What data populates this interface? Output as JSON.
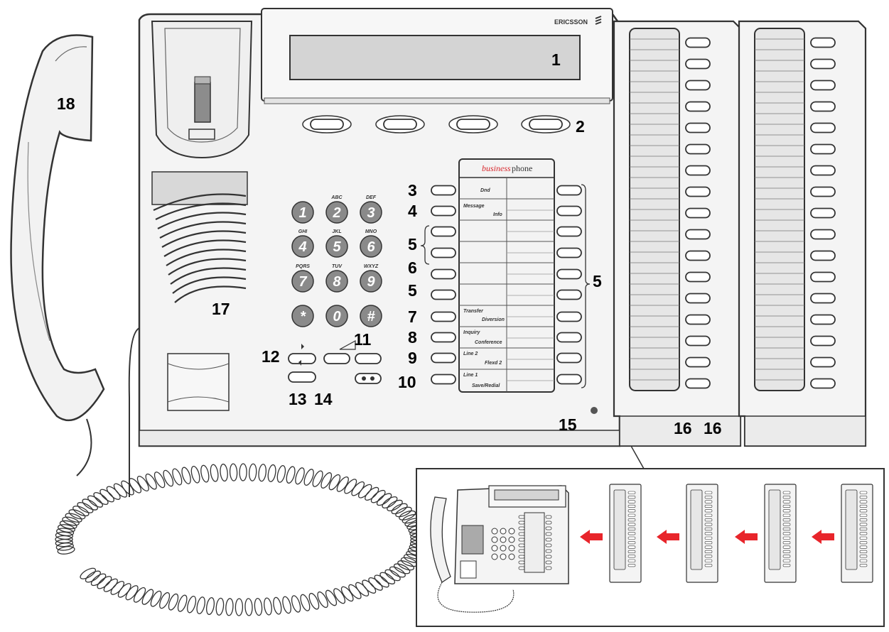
{
  "brand": {
    "manufacturer": "ERICSSON",
    "model_prefix": "business",
    "model_suffix": "phone",
    "accent_color": "#d8262b"
  },
  "callouts": {
    "display": "1",
    "soft_keys": "2",
    "key_3": "3",
    "key_4": "4",
    "key_5a": "5",
    "key_6": "6",
    "key_5b": "5",
    "key_5_right": "5",
    "key_7": "7",
    "key_8": "8",
    "key_9": "9",
    "key_10": "10",
    "volume": "11",
    "mute": "12",
    "speaker": "13",
    "headset": "14",
    "microphone": "15",
    "extension_a": "16",
    "extension_b": "16",
    "loudspeaker": "17",
    "handset": "18"
  },
  "card_labels": {
    "row1": "Dnd",
    "row2a": "Message",
    "row2b": "Info",
    "row7a": "Transfer",
    "row7b": "Diversion",
    "row8a": "Inquiry",
    "row8b": "Conference",
    "row9a": "Line 2",
    "row9b": "Flexd 2",
    "row10a": "Line 1",
    "row10b": "Save/Redial"
  },
  "keypad": {
    "digits": [
      "1",
      "2",
      "3",
      "4",
      "5",
      "6",
      "7",
      "8",
      "9",
      "*",
      "0",
      "#"
    ],
    "letters": [
      "",
      "ABC",
      "DEF",
      "GHI",
      "JKL",
      "MNO",
      "PQRS",
      "TUV",
      "WXYZ",
      "",
      "",
      ""
    ]
  },
  "colors": {
    "keypad_key": "#8a8a8a",
    "outline": "#333333",
    "display_glass": "#d4d4d4",
    "arrow": "#e8252b"
  }
}
